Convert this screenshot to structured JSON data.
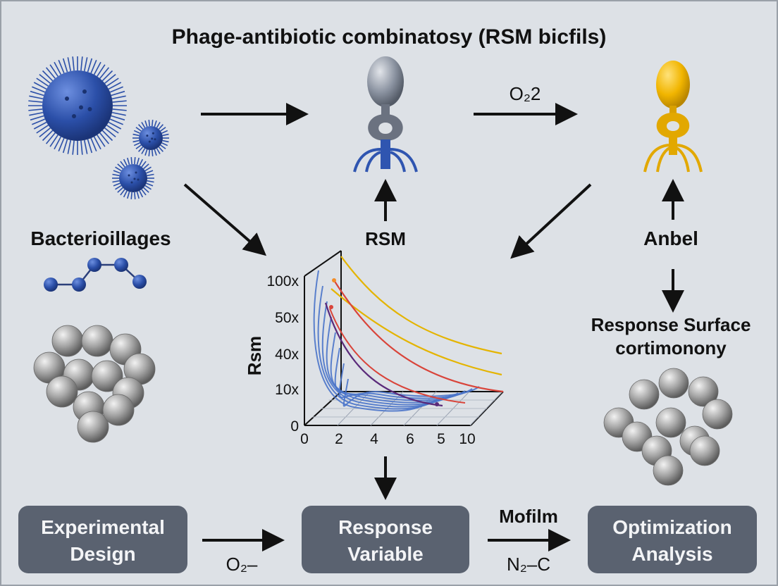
{
  "title": "Phage-antibiotic combinatosy (RSM bicfils)",
  "labels": {
    "left_side": "Bacterioillages",
    "center_mid": "RSM",
    "right_side": "Anbel",
    "arrow_top_right": "O₂2",
    "response_surface_line1": "Response Surface",
    "response_surface_line2": "cortimonony"
  },
  "boxes": {
    "experimental": {
      "line1": "Experimental",
      "line2": "Design"
    },
    "response": {
      "line1": "Response",
      "line2": "Variable"
    },
    "optimization": {
      "line1": "Optimization",
      "line2": "Analysis"
    }
  },
  "bottom_arrows": {
    "left_caption": "O₂–",
    "right_caption_top": "Mofilm",
    "right_caption_bottom": "N₂–C"
  },
  "chart_data": {
    "type": "line",
    "ylabel": "Rsm",
    "y_ticks": [
      "100x",
      "50x",
      "40x",
      "10x",
      "0"
    ],
    "x_ticks": [
      "0",
      "2",
      "4",
      "6",
      "5",
      "10"
    ],
    "series_colors": [
      "#4a74c9",
      "#e4b400",
      "#d9443a",
      "#5a2a7a"
    ]
  },
  "colors": {
    "background": "#dde1e6",
    "box_fill": "#5a6270",
    "bacteria_blue": "#2b4fa8",
    "phage_gray": "#7f8796",
    "phage_yellow": "#f1b500",
    "sphere_gray": "#9a9a9a"
  }
}
